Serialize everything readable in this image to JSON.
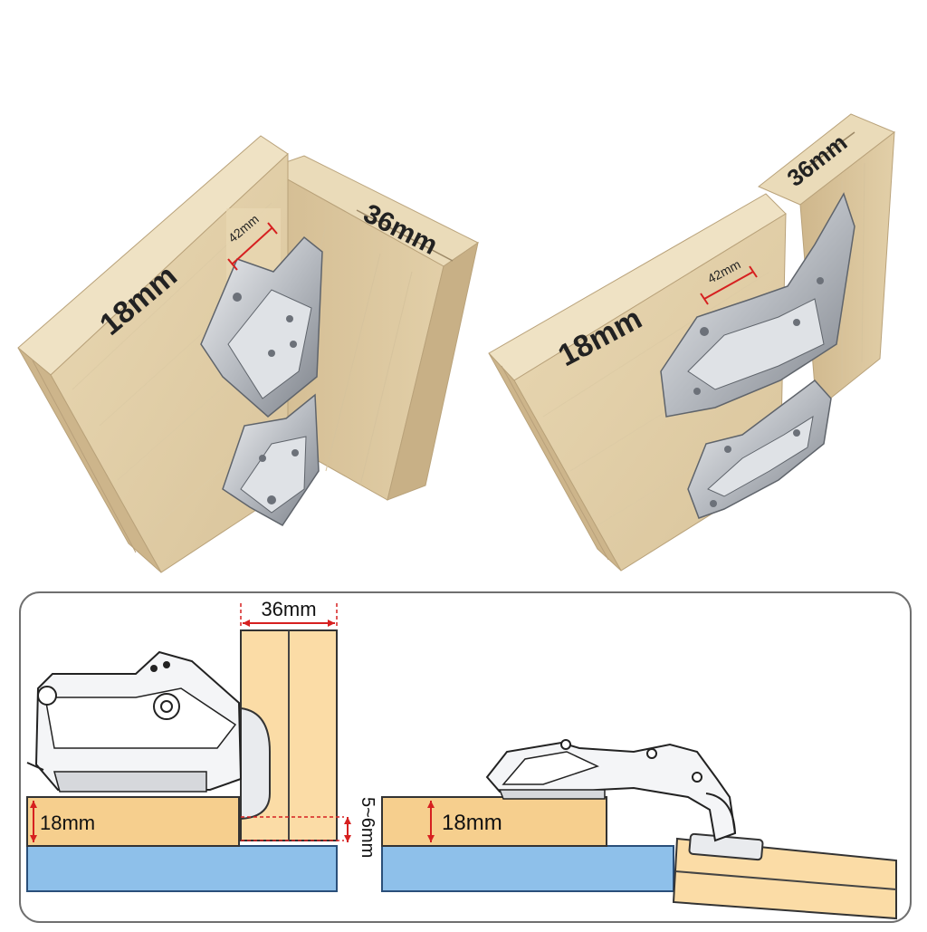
{
  "photo_left": {
    "panel_label": "18mm",
    "door_label": "36mm",
    "dim_label": "42mm"
  },
  "photo_right": {
    "panel_label": "18mm",
    "door_label": "36mm",
    "dim_label": "42mm"
  },
  "diagram": {
    "door_thickness": "36mm",
    "panel_thickness_left": "18mm",
    "gap": "5~6mm",
    "panel_thickness_right": "18mm"
  },
  "colors": {
    "wood_light": "#e6d3ac",
    "wood_dark": "#cdb48a",
    "panel_fill": "#f6cf8e",
    "door_fill": "#fbdca6",
    "base_fill": "#8ec0ea",
    "dim_red": "#d62020",
    "metal": "#c9ccd0"
  }
}
